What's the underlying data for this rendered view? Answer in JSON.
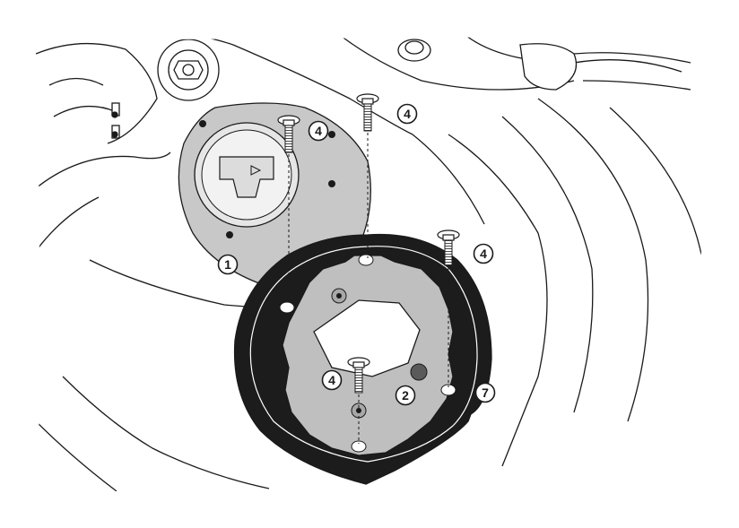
{
  "callouts": [
    {
      "id": "c1",
      "label": "1"
    },
    {
      "id": "c2",
      "label": "2"
    },
    {
      "id": "c4a",
      "label": "4"
    },
    {
      "id": "c4b",
      "label": "4"
    },
    {
      "id": "c4c",
      "label": "4"
    },
    {
      "id": "c4d",
      "label": "4"
    },
    {
      "id": "c7",
      "label": "7"
    }
  ],
  "colors": {
    "line": "#1a1a1a",
    "bracket_grey": "#c8c8c8",
    "adapter_plate": "#bfbfbf",
    "ring_black": "#1c1c1c",
    "background": "#ffffff"
  }
}
